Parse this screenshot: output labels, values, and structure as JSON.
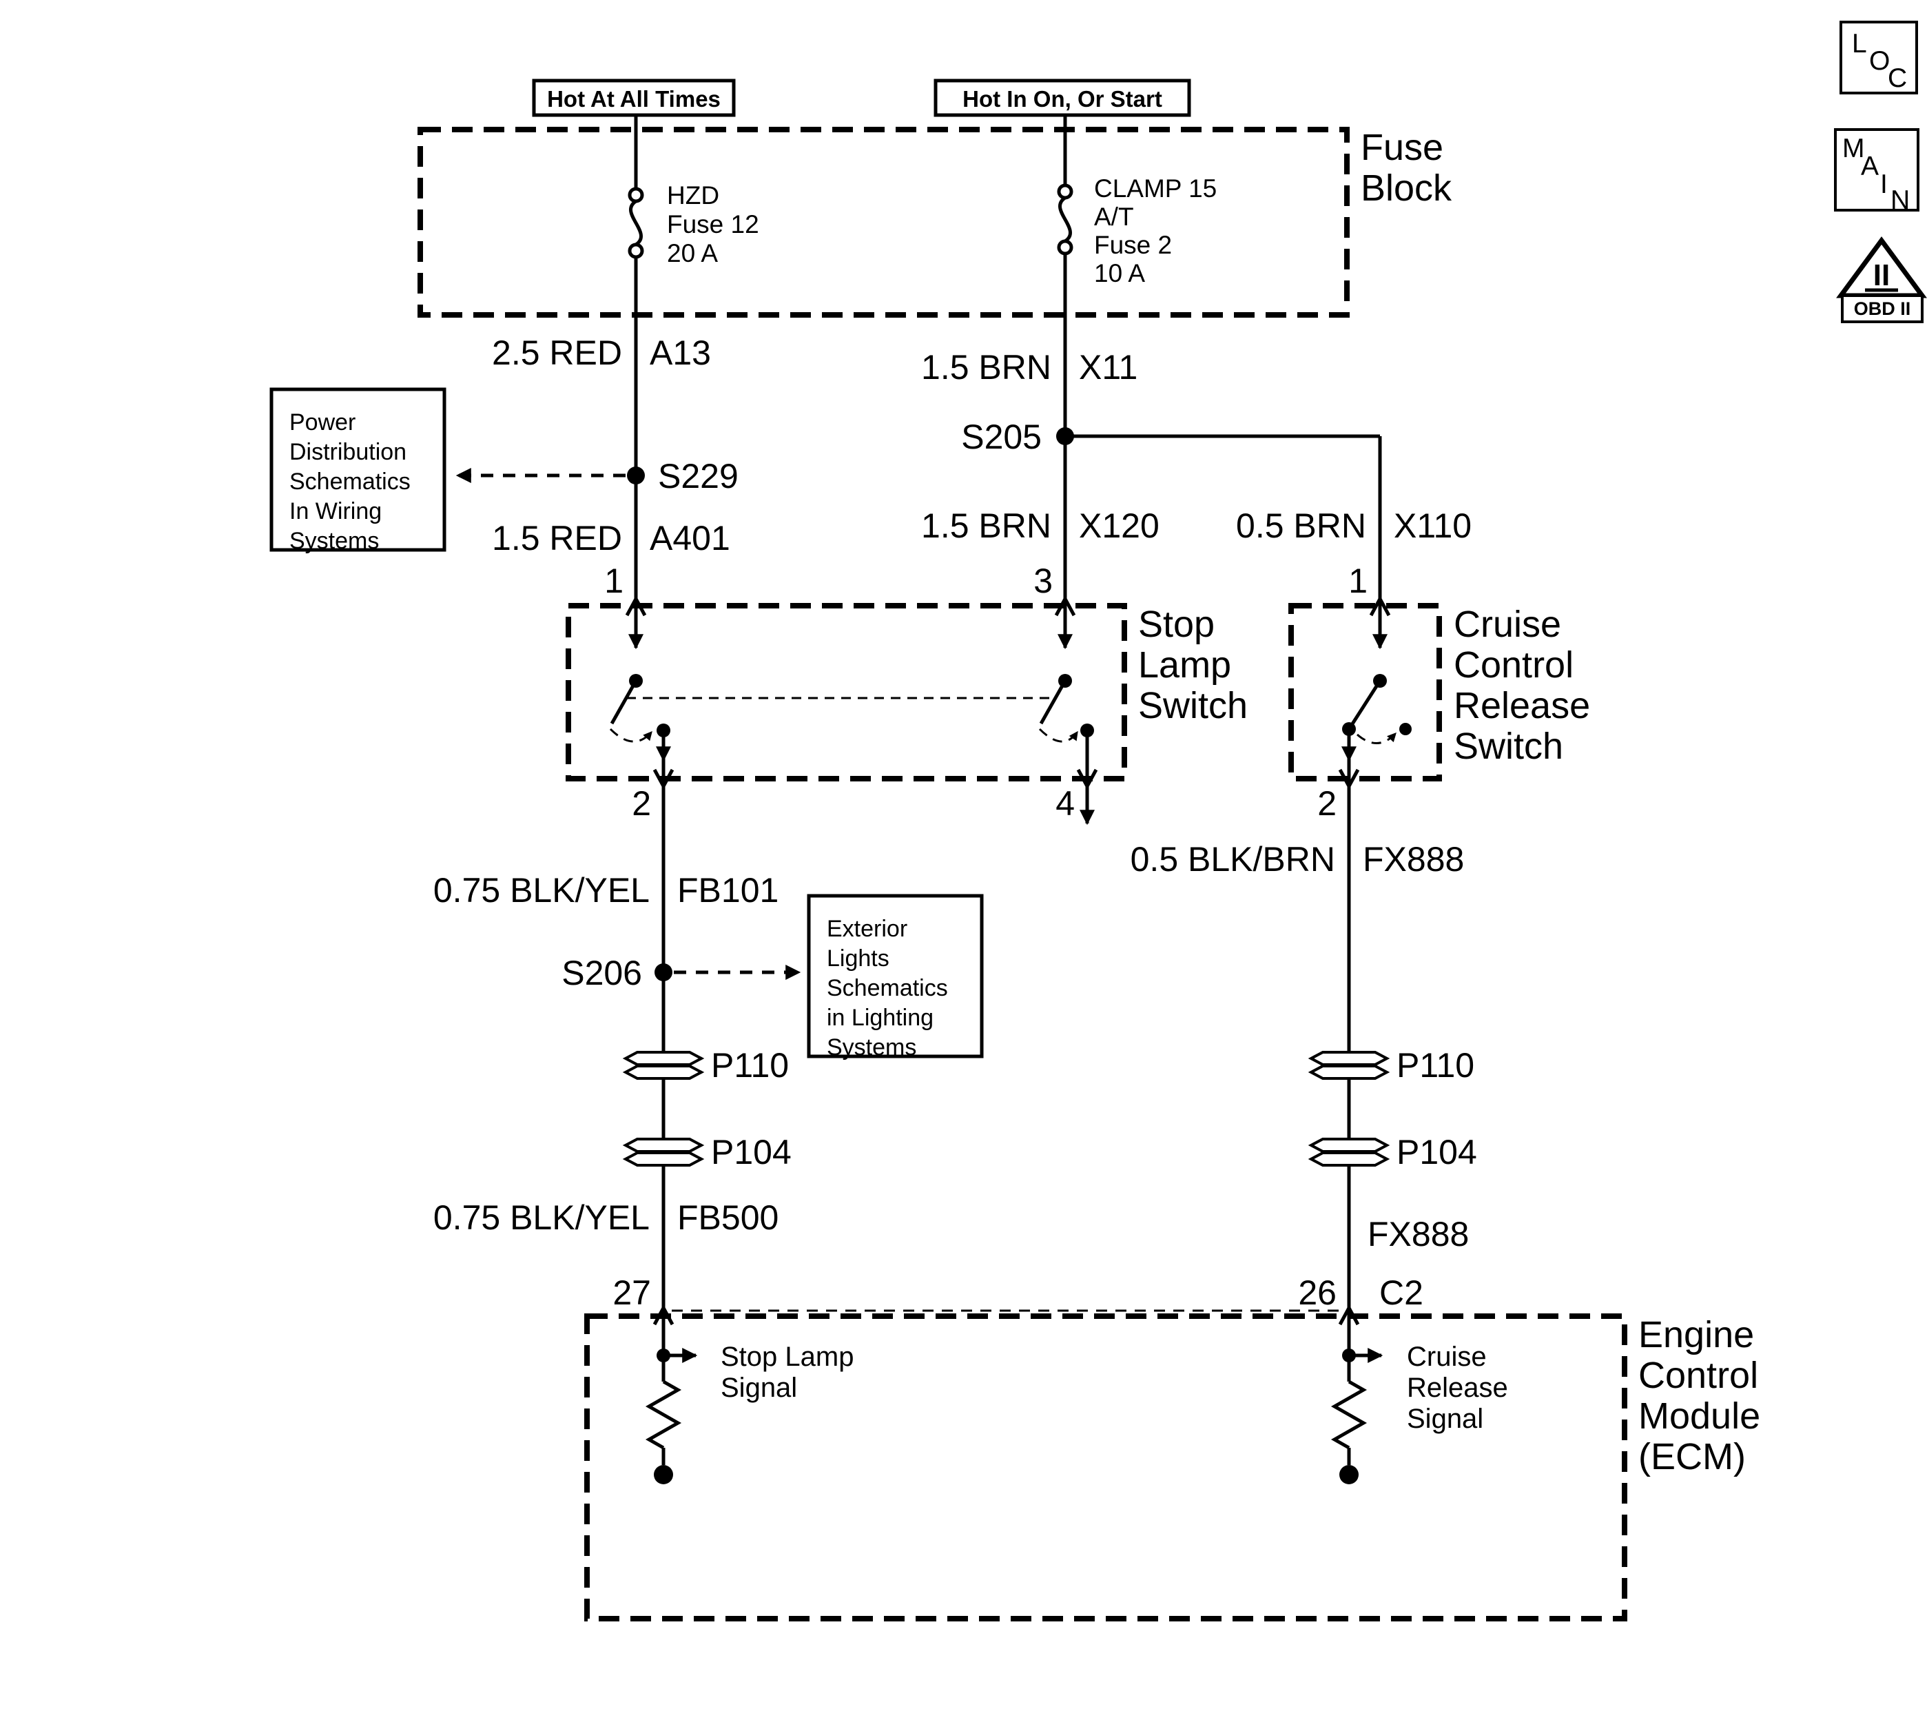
{
  "corner": {
    "loc": {
      "letters": [
        "L",
        "O",
        "C"
      ]
    },
    "main": {
      "letters": [
        "M",
        "A",
        "I",
        "N"
      ]
    },
    "obd": {
      "symbol": "II",
      "label": "OBD II"
    }
  },
  "feeds": {
    "left": "Hot At All Times",
    "right": "Hot In On, Or Start"
  },
  "fuse_block": {
    "label": [
      "Fuse",
      "Block"
    ],
    "fuse_left": [
      "HZD",
      "Fuse 12",
      "20 A"
    ],
    "fuse_right": [
      "CLAMP 15",
      "A/T",
      "Fuse 2",
      "10 A"
    ]
  },
  "wires": {
    "a13": {
      "spec": "2.5 RED",
      "circuit": "A13"
    },
    "x11": {
      "spec": "1.5 BRN",
      "circuit": "X11"
    },
    "a401": {
      "spec": "1.5 RED",
      "circuit": "A401"
    },
    "x120": {
      "spec": "1.5 BRN",
      "circuit": "X120"
    },
    "x110": {
      "spec": "0.5 BRN",
      "circuit": "X110"
    },
    "fx888_upper": {
      "spec": "0.5 BLK/BRN",
      "circuit": "FX888"
    },
    "fb101": {
      "spec": "0.75 BLK/YEL",
      "circuit": "FB101"
    },
    "fb500": {
      "spec": "0.75 BLK/YEL",
      "circuit": "FB500"
    },
    "fx888_lower": {
      "circuit": "FX888"
    }
  },
  "splices": {
    "s229": "S229",
    "s205": "S205",
    "s206": "S206"
  },
  "connectors": {
    "left": [
      "P110",
      "P104"
    ],
    "right": [
      "P110",
      "P104"
    ]
  },
  "refs": {
    "power_distribution": {
      "lines": [
        "Power",
        "Distribution",
        "Schematics",
        "In Wiring",
        "Systems"
      ]
    },
    "exterior_lights": {
      "lines": [
        "Exterior",
        "Lights",
        "Schematics",
        "in Lighting",
        "Systems"
      ]
    }
  },
  "stop_lamp_switch": {
    "label": [
      "Stop",
      "Lamp",
      "Switch"
    ],
    "pin_in_left": "1",
    "pin_in_right": "3",
    "pin_out_left": "2",
    "pin_out_right": "4"
  },
  "cruise_switch": {
    "label": [
      "Cruise",
      "Control",
      "Release",
      "Switch"
    ],
    "pin_in": "1",
    "pin_out": "2"
  },
  "ecm": {
    "label": [
      "Engine",
      "Control",
      "Module",
      "(ECM)"
    ],
    "connector": "C2",
    "pin_left": "27",
    "pin_right": "26",
    "stop_signal": [
      "Stop Lamp",
      "Signal"
    ],
    "cruise_signal": [
      "Cruise",
      "Release",
      "Signal"
    ]
  }
}
